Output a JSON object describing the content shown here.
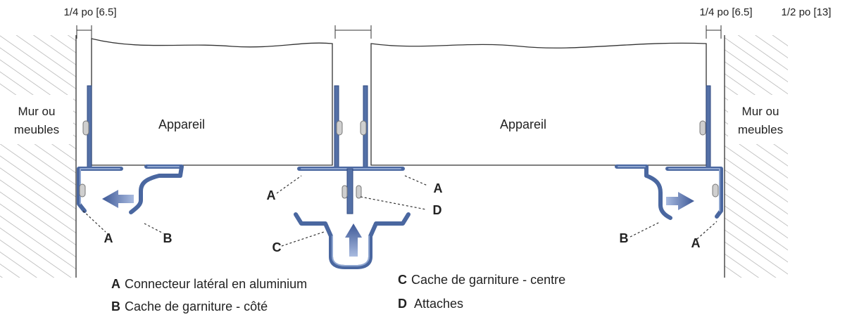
{
  "dimensions": {
    "left_gap": "1/4 po [6.5]",
    "center_gap": "1/2 po [13]",
    "right_gap": "1/4 po [6.5]"
  },
  "walls": {
    "left_label_line1": "Mur ou",
    "left_label_line2": "meubles",
    "right_label_line1": "Mur ou",
    "right_label_line2": "meubles"
  },
  "appliances": {
    "left_label": "Appareil",
    "right_label": "Appareil"
  },
  "callouts": {
    "left_a": "A",
    "left_b": "B",
    "center_a_left": "A",
    "center_a_right": "A",
    "center_c": "C",
    "center_d": "D",
    "right_b": "B",
    "right_a": "A"
  },
  "legend": {
    "a_key": "A",
    "a_text": "Connecteur latéral en aluminium",
    "b_key": "B",
    "b_text": "Cache de garniture - côté",
    "c_key": "C",
    "c_text": "Cache de garniture - centre",
    "d_key": "D",
    "d_text": "Attaches"
  },
  "colors": {
    "trim_metal": "#5470a6",
    "arrow": "#4f6aa5",
    "hatch": "#9a9a9a"
  }
}
